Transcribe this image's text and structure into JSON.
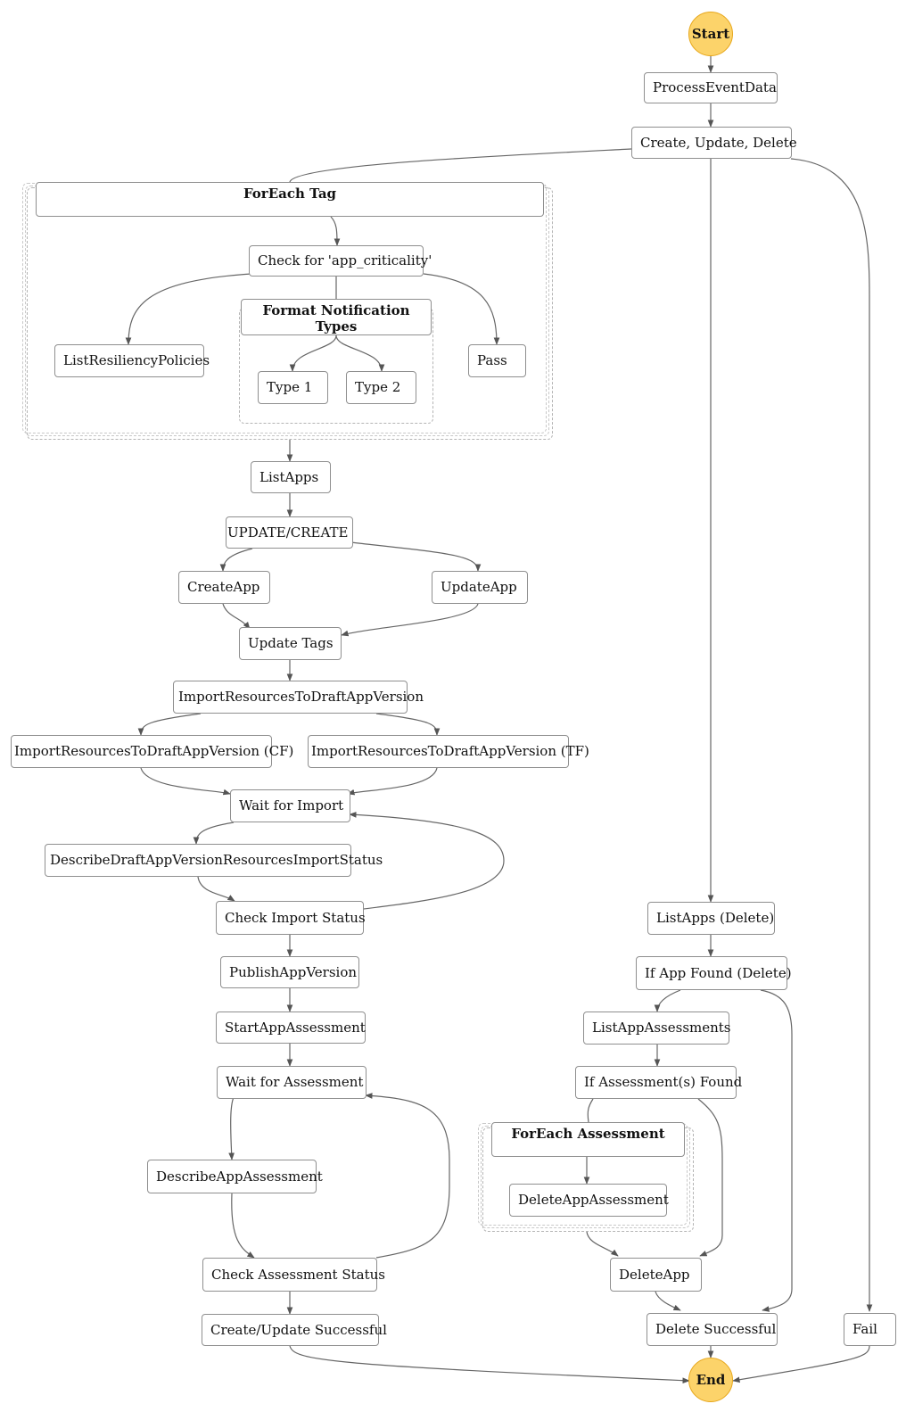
{
  "nodes": {
    "start": "Start",
    "process_event_data": "ProcessEventData",
    "create_update_delete": "Create, Update, Delete",
    "foreach_tag": "ForEach Tag",
    "check_app_criticality": "Check for 'app_criticality'",
    "format_notification_types": "Format Notification Types",
    "list_resiliency_policies": "ListResiliencyPolicies",
    "pass": "Pass",
    "type_1": "Type 1",
    "type_2": "Type 2",
    "list_apps": "ListApps",
    "update_create": "UPDATE/CREATE",
    "create_app": "CreateApp",
    "update_app": "UpdateApp",
    "update_tags": "Update Tags",
    "import_resources": "ImportResourcesToDraftAppVersion",
    "import_resources_cf": "ImportResourcesToDraftAppVersion (CF)",
    "import_resources_tf": "ImportResourcesToDraftAppVersion (TF)",
    "wait_for_import": "Wait for Import",
    "describe_import_status": "DescribeDraftAppVersionResourcesImportStatus",
    "check_import_status": "Check Import Status",
    "publish_app_version": "PublishAppVersion",
    "start_app_assessment": "StartAppAssessment",
    "wait_for_assessment": "Wait for Assessment",
    "describe_app_assessment": "DescribeAppAssessment",
    "check_assessment_status": "Check Assessment Status",
    "create_update_successful": "Create/Update Successful",
    "list_apps_delete": "ListApps (Delete)",
    "if_app_found_delete": "If App Found (Delete)",
    "list_app_assessments": "ListAppAssessments",
    "if_assessments_found": "If Assessment(s) Found",
    "foreach_assessment": "ForEach Assessment",
    "delete_app_assessment": "DeleteAppAssessment",
    "delete_app": "DeleteApp",
    "delete_successful": "Delete Successful",
    "fail": "Fail",
    "end": "End"
  },
  "colors": {
    "terminal_fill": "#fcd36a",
    "terminal_border": "#e7a71b",
    "node_border": "#8f8f8f",
    "edge": "#555555"
  }
}
